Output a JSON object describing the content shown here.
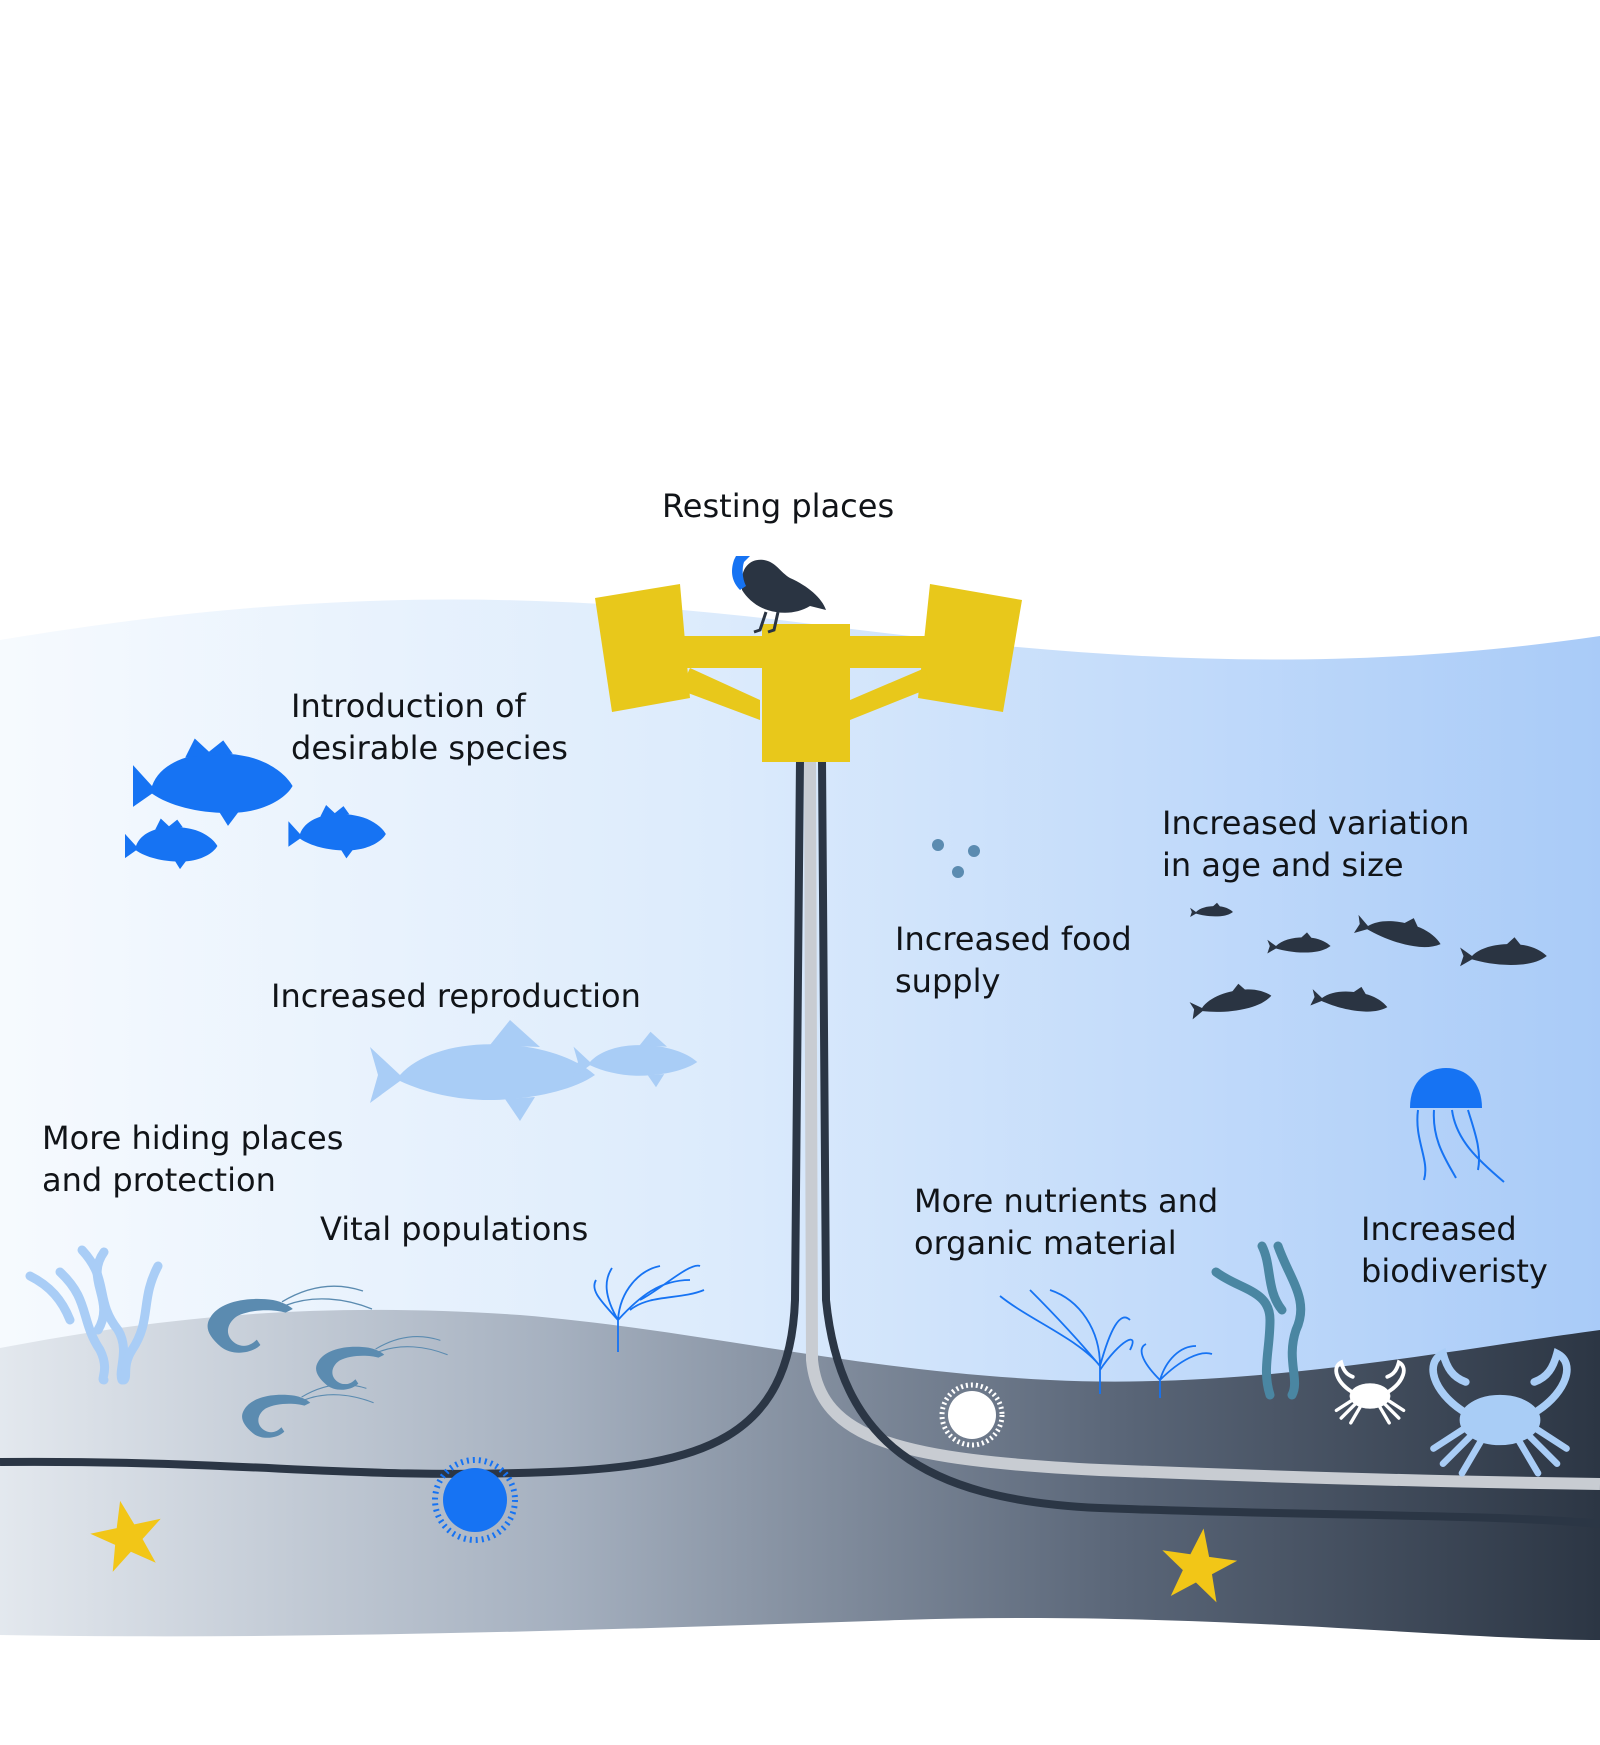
{
  "labels": {
    "resting_places": "Resting places",
    "desirable_species": [
      "Introduction of",
      "desirable species"
    ],
    "variation": [
      "Increased variation",
      "in age and size"
    ],
    "food_supply": [
      "Increased food",
      "supply"
    ],
    "reproduction": "Increased reproduction",
    "hiding_places": [
      "More hiding places",
      "and protection"
    ],
    "vital_populations": "Vital populations",
    "nutrients": [
      "More nutrients and",
      "organic material"
    ],
    "biodiversity": [
      "Increased",
      "biodiveristy"
    ]
  },
  "colors": {
    "text": "#111418",
    "sky": "#ffffff",
    "water_light": "#f4f9fe",
    "water_dark": "#a9cbf8",
    "seabed_light": "#dde3eb",
    "seabed_dark": "#2f3a48",
    "turbine_yellow": "#e8c81b",
    "cable_dark": "#2b3645",
    "cable_light": "#c8ccd2",
    "bright_blue": "#1673f3",
    "pale_blue": "#a9cdf6",
    "steel_blue": "#5b8bb0",
    "teal": "#4a86a2",
    "dark_navy": "#2a3442",
    "starfish_yellow": "#f2c617"
  },
  "icons": [
    "seagull-icon",
    "rockfish-icon",
    "cod-icon",
    "dark-fish-icon",
    "shrimp-icon",
    "seaweed-icon",
    "sea-fan-icon",
    "sea-urchin-icon",
    "starfish-icon",
    "jellyfish-icon",
    "crab-icon",
    "food-particle-icon"
  ]
}
